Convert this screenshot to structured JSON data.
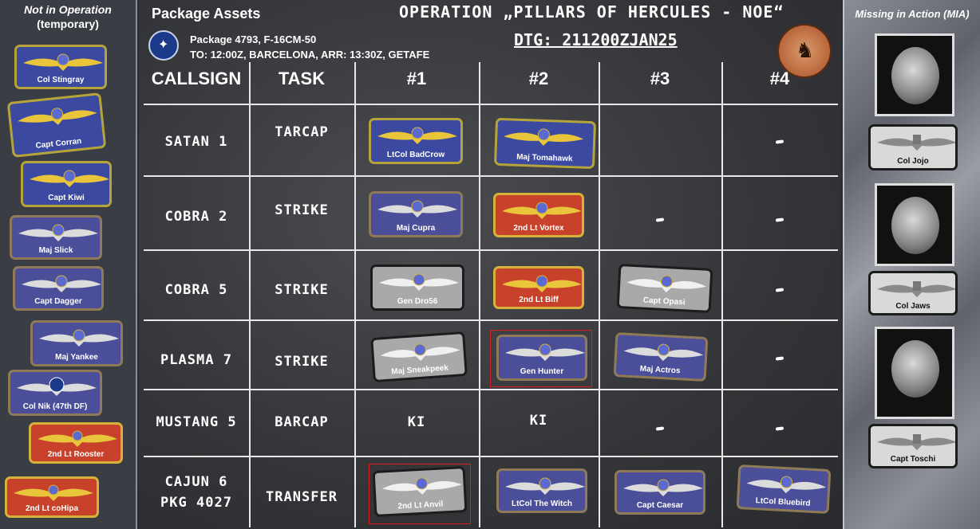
{
  "left_panel": {
    "title": "Not in Operation",
    "subtitle": "(temporary)",
    "patches": [
      "Col Stingray",
      "Capt Corran",
      "Capt Kiwi",
      "Maj Slick",
      "Capt Dagger",
      "Maj Yankee",
      "Col Nik (47th DF)",
      "2nd Lt Rooster",
      "2nd Lt coHipa"
    ]
  },
  "right_panel": {
    "title": "Missing in Action (MIA)",
    "patches": [
      "Col Jojo",
      "Col Jaws",
      "Capt Toschi"
    ]
  },
  "header": {
    "title": "Package Assets",
    "package_line": "Package 4793, F-16CM-50",
    "route_line": "TO: 12:00Z, BARCELONA, ARR: 13:30Z, GETAFE",
    "operation": "OPERATION „PILLARS OF HERCULES - NOE“",
    "dtg": "DTG: 211200ZJAN25"
  },
  "columns": [
    "CALLSIGN",
    "TASK",
    "#1",
    "#2",
    "#3",
    "#4"
  ],
  "rows": [
    {
      "callsign": "SATAN 1",
      "task": "TARCAP",
      "slots": [
        "LtCol BadCrow",
        "Maj Tomahawk",
        "-",
        "-"
      ]
    },
    {
      "callsign": "COBRA 2",
      "task": "STRIKE",
      "slots": [
        "Maj Cupra",
        "2nd Lt Vortex",
        "-",
        "-"
      ]
    },
    {
      "callsign": "COBRA 5",
      "task": "STRIKE",
      "slots": [
        "Gen Dro56",
        "2nd Lt Biff",
        "Capt Opasi",
        "-"
      ]
    },
    {
      "callsign": "PLASMA 7",
      "task": "STRIKE",
      "slots": [
        "Maj Sneakpeek",
        "Gen Hunter",
        "Maj Actros",
        "-"
      ]
    },
    {
      "callsign": "MUSTANG 5",
      "task": "BARCAP",
      "slots": [
        "KI",
        "KI",
        "-",
        "-"
      ]
    },
    {
      "callsign": "CAJUN 6",
      "callsign2": "PKG 4027",
      "task": "TRANSFER",
      "slots": [
        "2nd Lt Anvil",
        "LtCol The Witch",
        "Capt Caesar",
        "LtCol Bluebird"
      ]
    }
  ]
}
